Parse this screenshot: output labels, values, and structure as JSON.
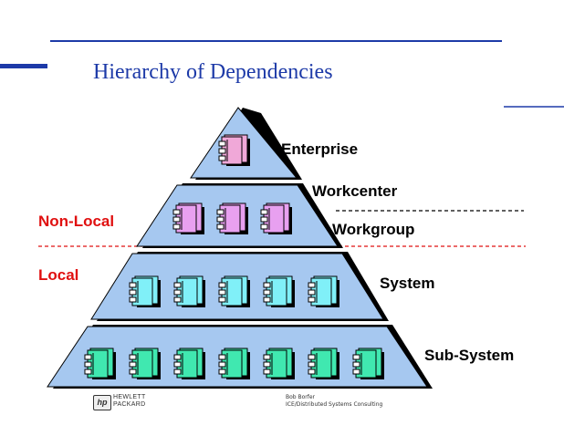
{
  "title": "Hierarchy of Dependencies",
  "colors": {
    "title": "#1d3aa8",
    "pyramid_fill": "#a6c8f0",
    "pyramid_shadow": "#000000",
    "rule_blue": "#1d3aa8",
    "zone_line": "#e01010",
    "component_enterprise": "#f0a8d8",
    "component_workgroup": "#e8a0f0",
    "component_system": "#80f0f8",
    "component_subsystem": "#40e8b0"
  },
  "tiers": [
    {
      "label": "Enterprise",
      "component_count": 1,
      "component_color": "component_enterprise",
      "component_icon": "component-icon"
    },
    {
      "label": "Workcenter",
      "component_count": 0
    },
    {
      "label": "Workgroup",
      "component_count": 3,
      "component_color": "component_workgroup",
      "component_icon": "component-icon"
    },
    {
      "label": "System",
      "component_count": 5,
      "component_color": "component_system",
      "component_icon": "component-icon"
    },
    {
      "label": "Sub-System",
      "component_count": 7,
      "component_color": "component_subsystem",
      "component_icon": "component-icon"
    }
  ],
  "zones": {
    "upper": "Non-Local",
    "lower": "Local"
  },
  "footer": {
    "logo_mark": "hp",
    "logo_line1": "HEWLETT",
    "logo_line2": "PACKARD",
    "author_line1": "Bob Borfer",
    "author_line2": "ICE/Distributed Systems Consulting"
  }
}
